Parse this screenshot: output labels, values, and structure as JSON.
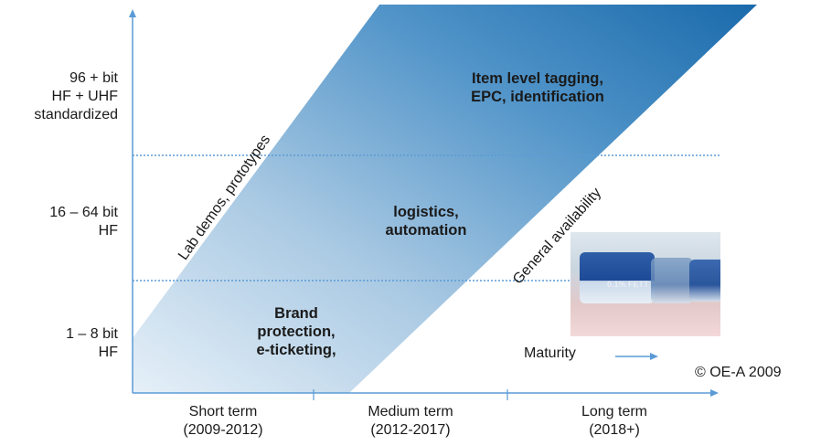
{
  "y_axis_labels": [
    {
      "line1": "96 + bit",
      "line2": "HF + UHF",
      "line3": "standardized"
    },
    {
      "line1": "16 – 64 bit",
      "line2": "HF"
    },
    {
      "line1": "1 – 8 bit",
      "line2": "HF"
    }
  ],
  "x_axis_labels": [
    {
      "line1": "Short term",
      "line2": "(2009-2012)"
    },
    {
      "line1": "Medium term",
      "line2": "(2012-2017)"
    },
    {
      "line1": "Long term",
      "line2": "(2018+)"
    }
  ],
  "regions": {
    "top": {
      "line1": "Item level tagging,",
      "line2": "EPC, identification"
    },
    "middle": {
      "line1": "logistics,",
      "line2": "automation"
    },
    "bottom": {
      "line1": "Brand",
      "line2": "protection,",
      "line3": "e-ticketing,"
    }
  },
  "diagonal_labels": {
    "left": "Lab demos, prototypes",
    "right": "General availability"
  },
  "maturity_label": "Maturity",
  "copyright": "© OE-A 2009",
  "photo_text": "0.1% FETT",
  "colors": {
    "band_dark": "#1f6fae",
    "band_light": "#cfe0ef",
    "axis": "#5b9bd5",
    "divider": "#5b9bd5"
  }
}
